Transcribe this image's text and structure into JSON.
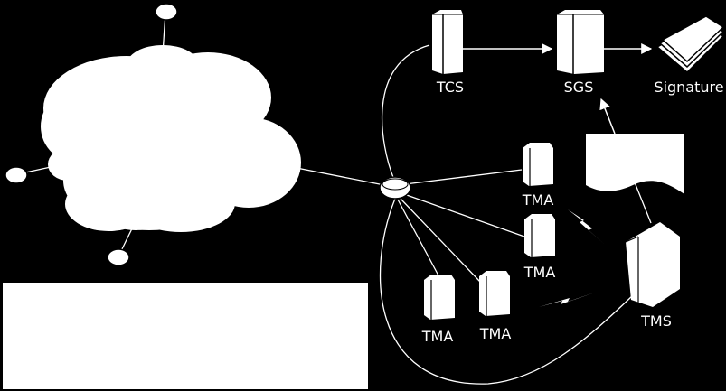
{
  "labels": {
    "tcs": "TCS",
    "sgs": "SGS",
    "signature": "Signature",
    "tma_1": "TMA",
    "tma_2": "TMA",
    "tma_3": "TMA",
    "tma_4": "TMA",
    "tms": "TMS"
  },
  "colors": {
    "background": "#000000",
    "shape_fill": "#ffffff",
    "line": "#ffffff",
    "text": "#ffffff"
  }
}
